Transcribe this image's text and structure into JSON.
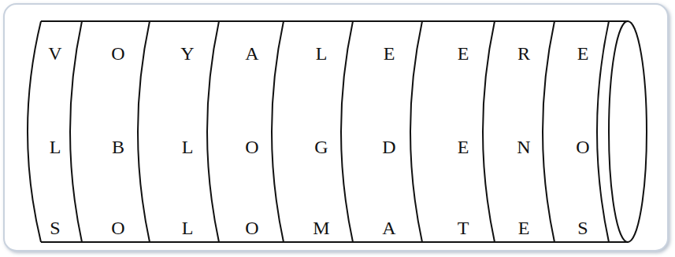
{
  "diagram": {
    "nodes": [
      {
        "text": [
          "V",
          "L",
          "S"
        ]
      },
      {
        "text": [
          "O",
          "B",
          "O"
        ]
      },
      {
        "text": [
          "Y",
          "L",
          "L"
        ]
      },
      {
        "text": [
          "A",
          "O",
          "O"
        ]
      },
      {
        "text": [
          "L",
          "G",
          "M"
        ]
      },
      {
        "text": [
          "E",
          "D",
          "A"
        ]
      },
      {
        "text": [
          "E",
          "E",
          "T"
        ]
      },
      {
        "text": [
          "R",
          "N",
          "E"
        ]
      },
      {
        "text": [
          "E",
          "O",
          "S"
        ]
      }
    ]
  }
}
